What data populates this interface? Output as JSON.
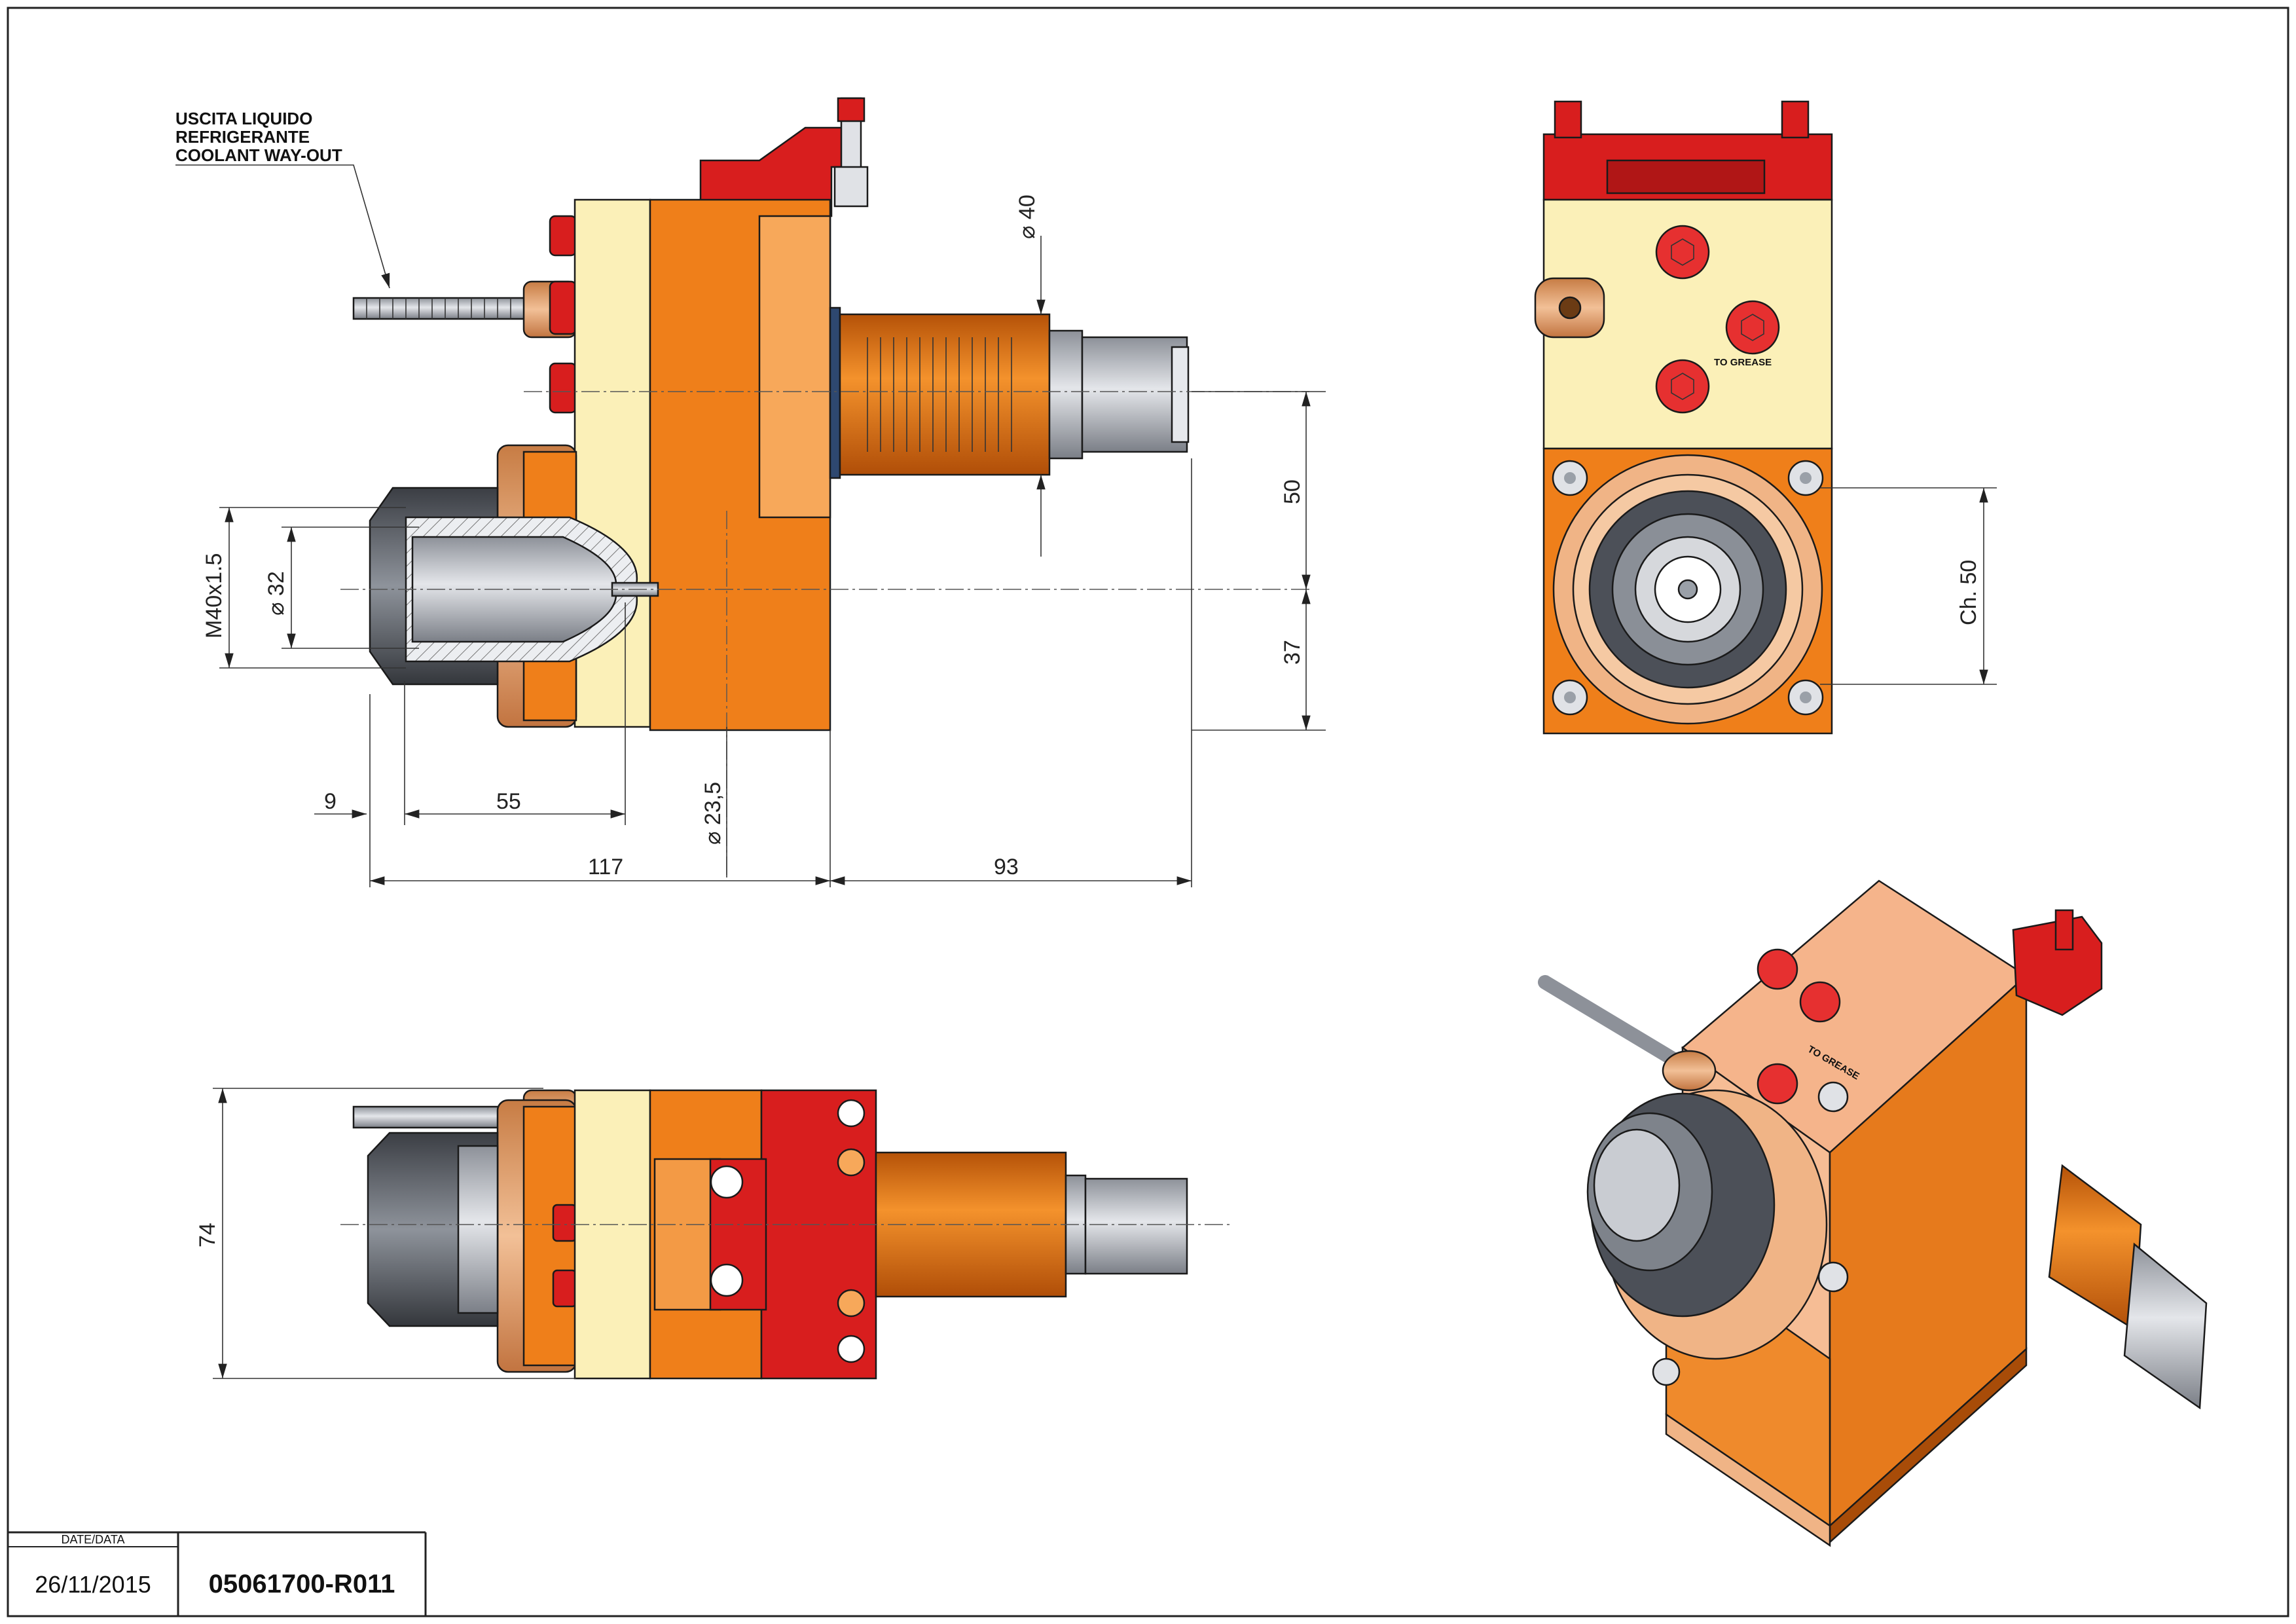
{
  "annotations": {
    "coolant_line1": "USCITA LIQUIDO",
    "coolant_line2": "REFRIGERANTE",
    "coolant_line3": "COOLANT WAY-OUT",
    "to_grease": "TO GREASE"
  },
  "dimensions": {
    "d40": "40",
    "d32": "32",
    "d23_5": "23,5",
    "m40": "M40x1.5",
    "v50": "50",
    "v37": "37",
    "h9": "9",
    "h55": "55",
    "h117": "117",
    "h93": "93",
    "ch50": "Ch. 50",
    "v74": "74"
  },
  "title_block": {
    "date_label": "DATE/DATA",
    "date": "26/11/2015",
    "code": "05061700-R011"
  },
  "colors": {
    "orange": "#ef7f1a",
    "dark_orange": "#c95f0a",
    "light_orange": "#f7a85a",
    "cream": "#fbf0b8",
    "red": "#d81e1e",
    "steel": "#b8bcc4",
    "dark_steel": "#4c5058",
    "bronze": "#e6a06a"
  }
}
